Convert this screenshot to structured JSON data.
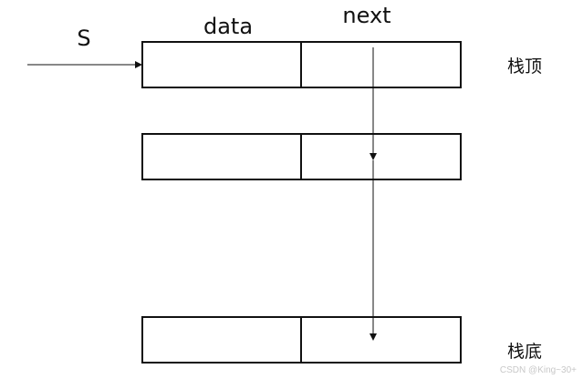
{
  "labels": {
    "pointer": "S",
    "field_data": "data",
    "field_next": "next",
    "stack_top": "栈顶",
    "stack_bottom": "栈底"
  },
  "nodes": [
    {
      "data": "",
      "next": ""
    },
    {
      "data": "",
      "next": ""
    },
    {
      "data": "",
      "next": ""
    }
  ],
  "watermark": "CSDN @King~30+",
  "colors": {
    "line": "#111111",
    "background": "#ffffff",
    "watermark": "#c8c8c8"
  }
}
